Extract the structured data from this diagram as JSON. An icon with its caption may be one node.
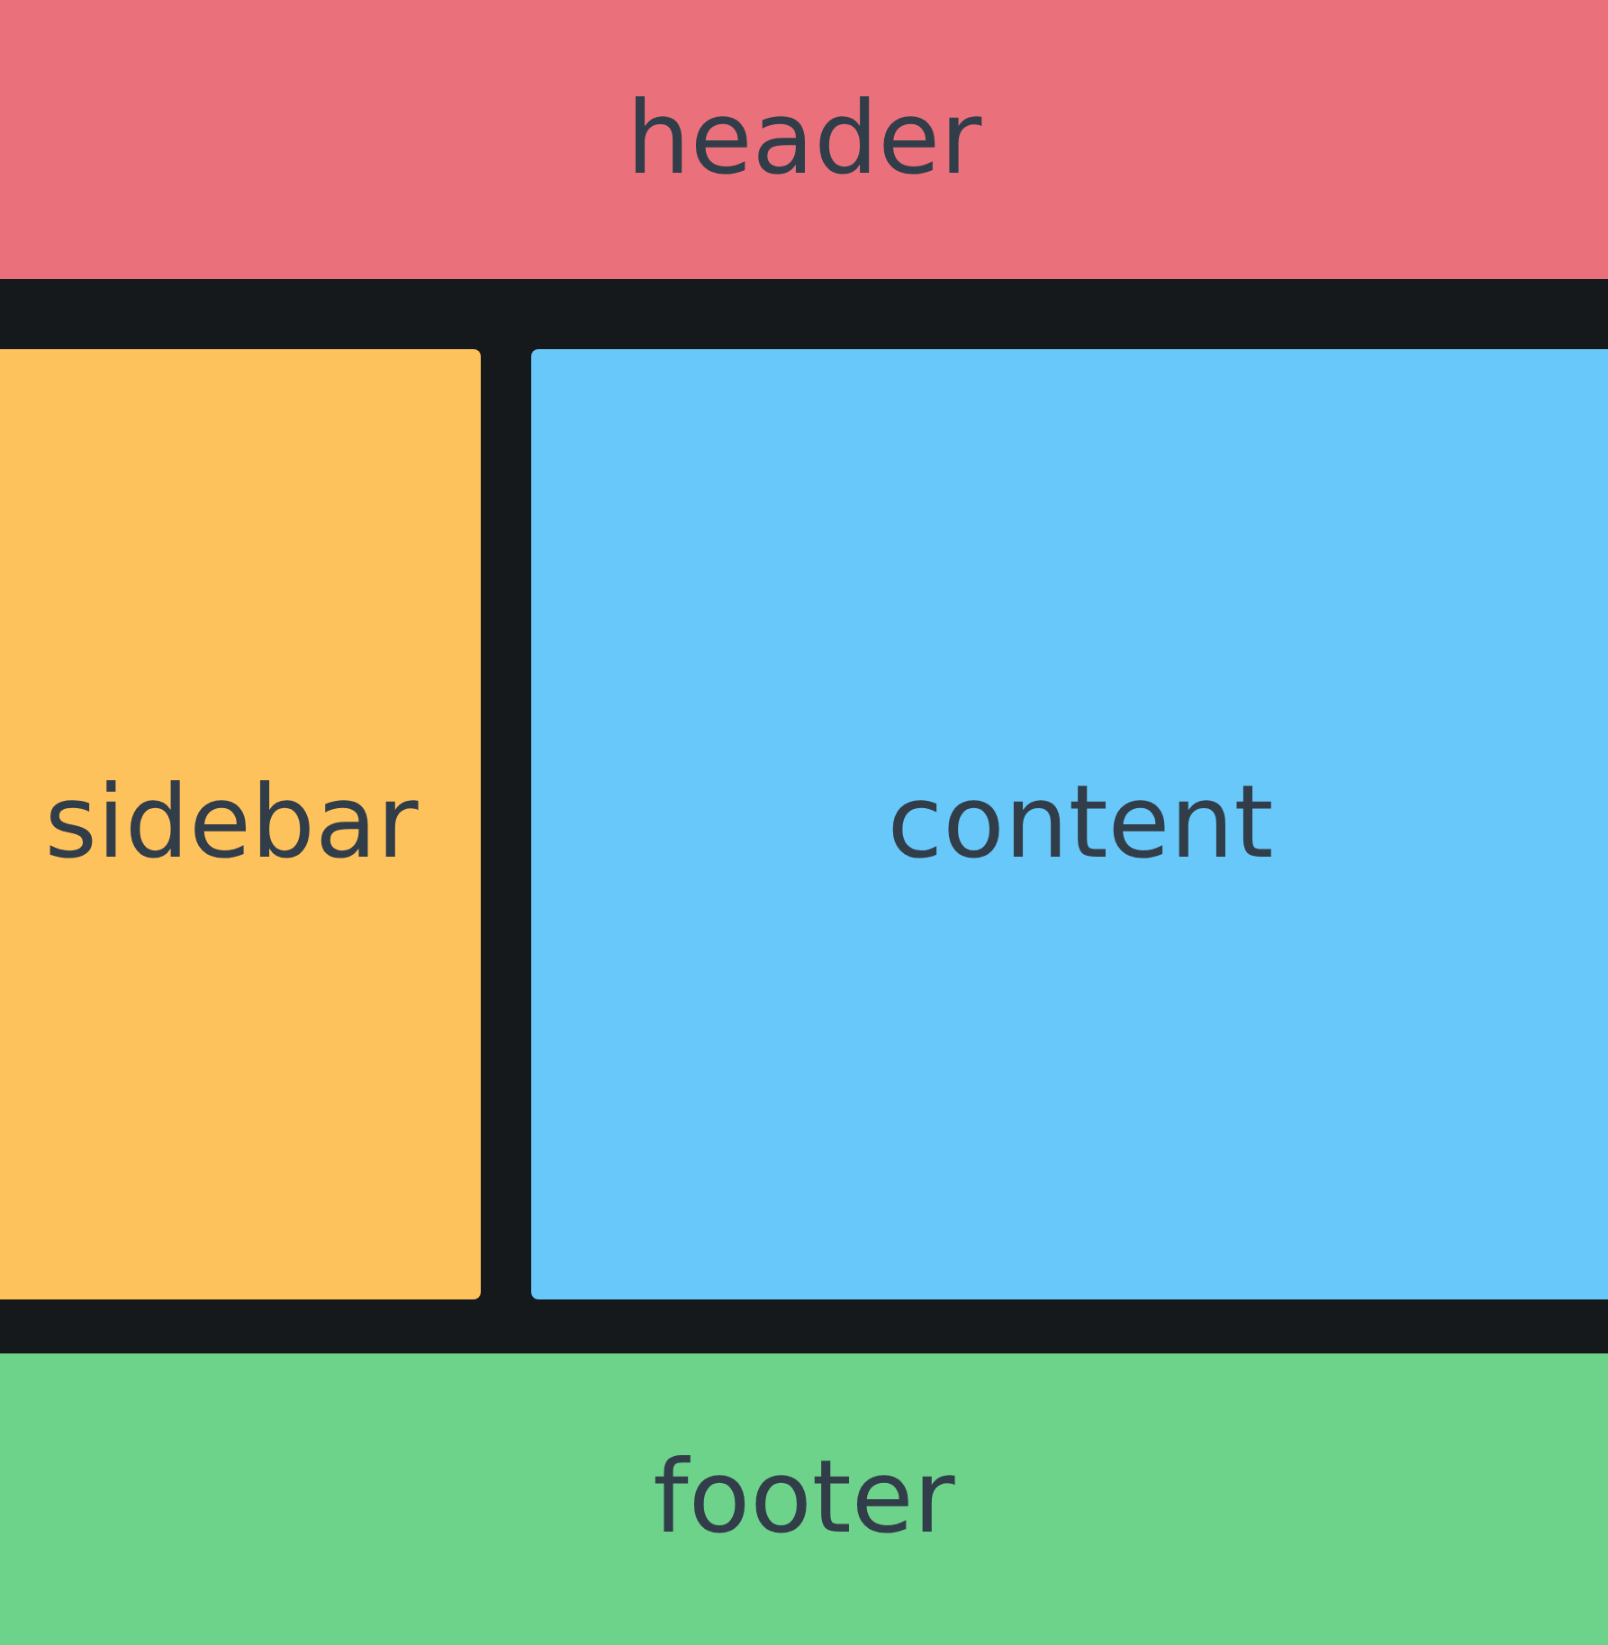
{
  "diagram": {
    "nodes": [
      {
        "text": [
          "header"
        ]
      },
      {
        "text": [
          "sidebar"
        ]
      },
      {
        "text": [
          "content"
        ]
      },
      {
        "text": [
          "footer"
        ]
      }
    ]
  }
}
